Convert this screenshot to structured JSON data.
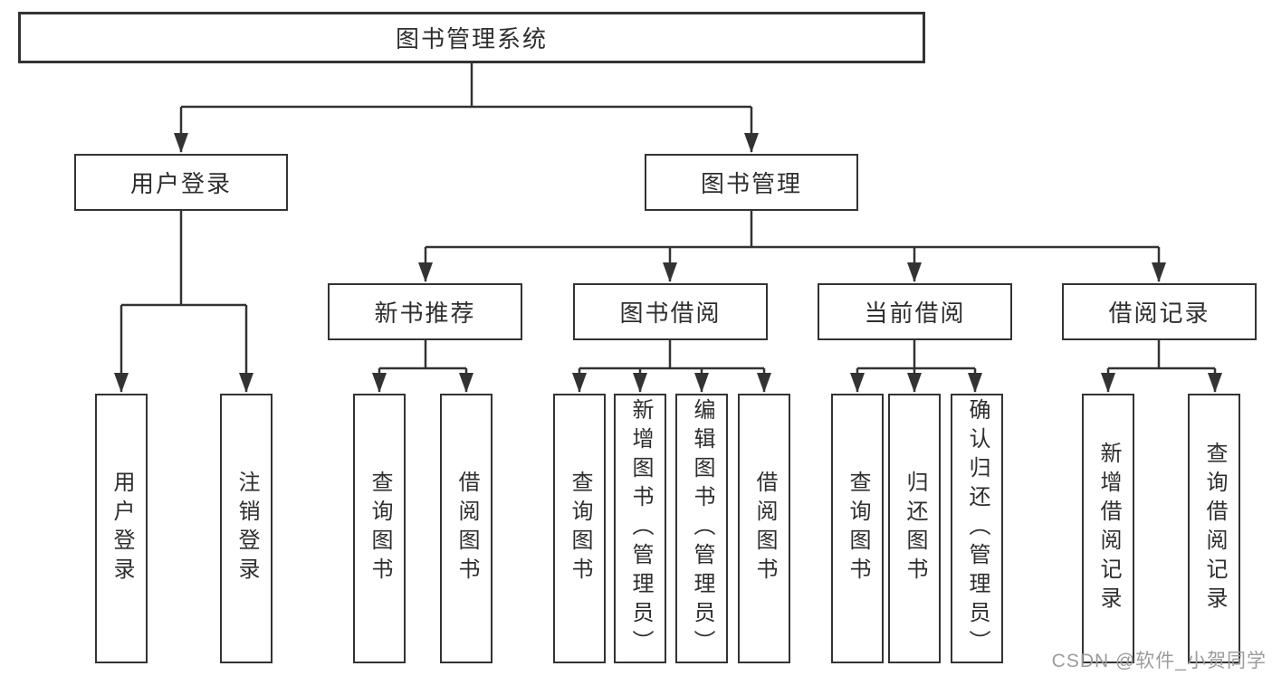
{
  "diagram_title": "图书管理系统",
  "tree": {
    "root": {
      "label": "图书管理系统",
      "children": [
        {
          "label": "用户登录",
          "children": [
            {
              "label": "用户登录"
            },
            {
              "label": "注销登录"
            }
          ]
        },
        {
          "label": "图书管理",
          "children": [
            {
              "label": "新书推荐",
              "children": [
                {
                  "label": "查询图书"
                },
                {
                  "label": "借阅图书"
                }
              ]
            },
            {
              "label": "图书借阅",
              "children": [
                {
                  "label": "查询图书"
                },
                {
                  "label": "新增图书（管理员）"
                },
                {
                  "label": "编辑图书（管理员）"
                },
                {
                  "label": "借阅图书"
                }
              ]
            },
            {
              "label": "当前借阅",
              "children": [
                {
                  "label": "查询图书"
                },
                {
                  "label": "归还图书"
                },
                {
                  "label": "确认归还（管理员）"
                }
              ]
            },
            {
              "label": "借阅记录",
              "children": [
                {
                  "label": "新增借阅记录"
                },
                {
                  "label": "查询借阅记录"
                }
              ]
            }
          ]
        }
      ]
    }
  },
  "watermark": "CSDN @软件_小贺同学",
  "colors": {
    "line": "#333333",
    "box_border": "#333333",
    "text": "#2e2e2e",
    "watermark": "#9c9c9c",
    "background": "#ffffff"
  }
}
